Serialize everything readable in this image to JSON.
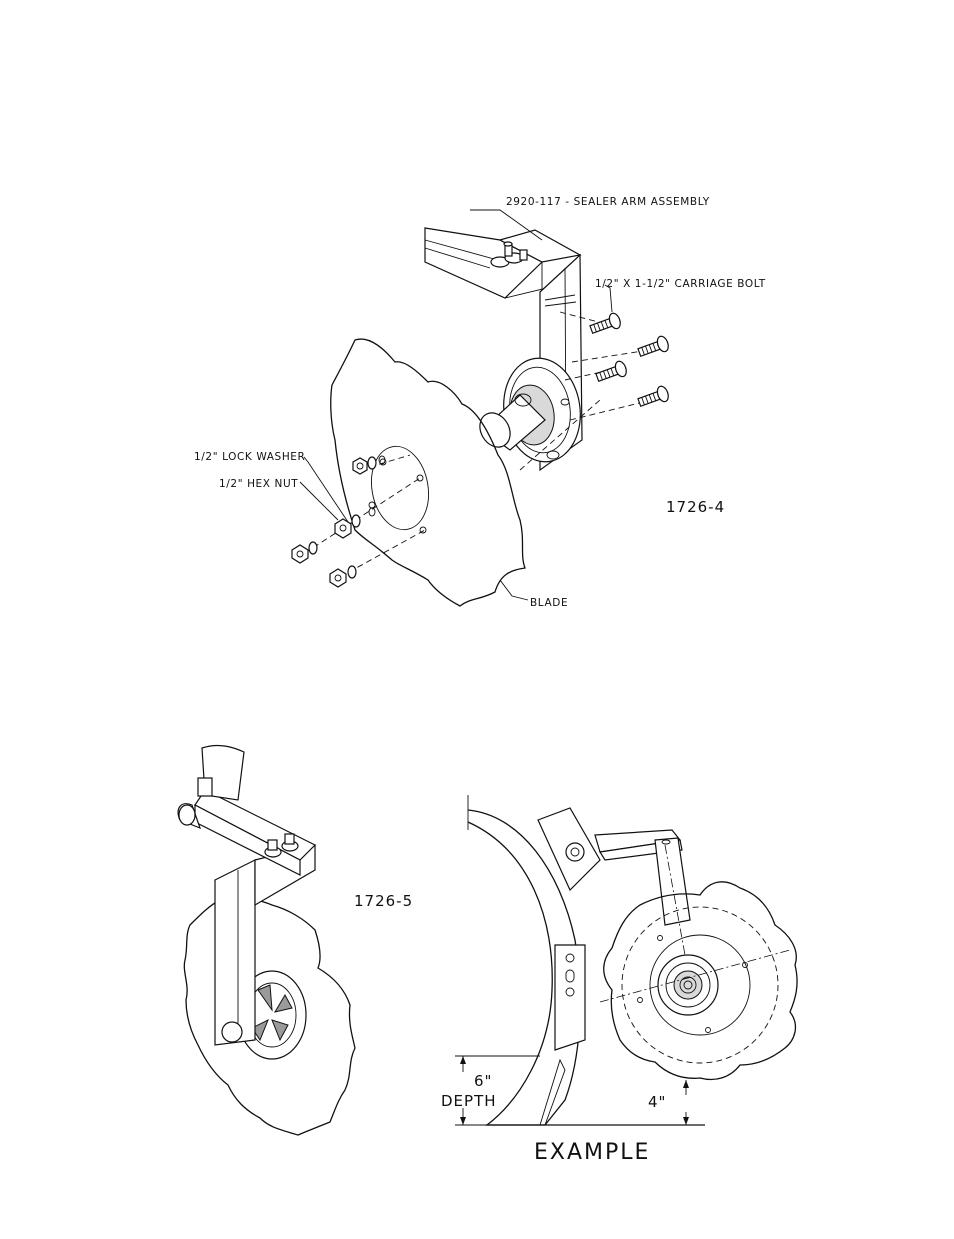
{
  "figure_top": {
    "labels": {
      "sealer_arm": "2920-117 - SEALER ARM ASSEMBLY",
      "carriage_bolt": "1/2\" X 1-1/2\" CARRIAGE BOLT",
      "lock_washer": "1/2\" LOCK WASHER",
      "hex_nut": "1/2\" HEX NUT",
      "blade": "BLADE"
    },
    "figure_id": "1726-4"
  },
  "figure_bottom_left": {
    "figure_id": "1726-5"
  },
  "figure_bottom_right": {
    "depth_value": "6\"",
    "depth_label": "DEPTH",
    "clearance_value": "4\"",
    "caption": "EXAMPLE"
  }
}
